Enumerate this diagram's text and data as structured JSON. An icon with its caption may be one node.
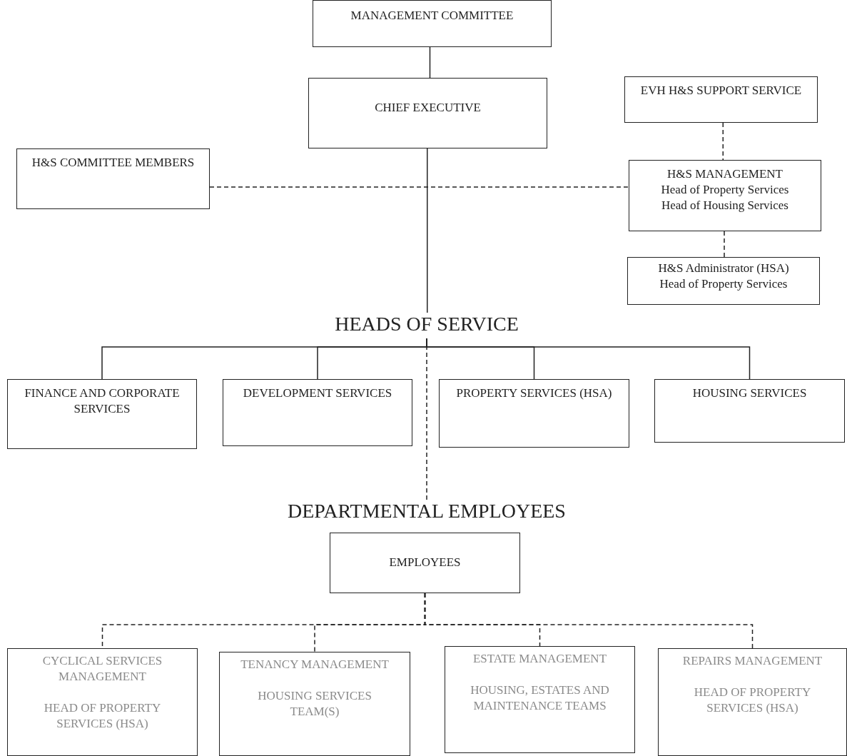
{
  "diagram": {
    "nodes": [
      {
        "text": [
          "MANAGEMENT COMMITTEE"
        ]
      },
      {
        "text": [
          "CHIEF EXECUTIVE"
        ]
      },
      {
        "text": [
          "EVH H&S SUPPORT SERVICE"
        ]
      },
      {
        "text": [
          "H&S COMMITTEE MEMBERS"
        ]
      },
      {
        "text": [
          "H&S MANAGEMENT",
          "Head of Property Services",
          "Head of Housing Services"
        ]
      },
      {
        "text": [
          "H&S Administrator (HSA)",
          "Head of Property Services"
        ]
      },
      {
        "text": [
          "HEADS OF SERVICE"
        ]
      },
      {
        "text": [
          "FINANCE AND CORPORATE SERVICES"
        ]
      },
      {
        "text": [
          "DEVELOPMENT SERVICES"
        ]
      },
      {
        "text": [
          "PROPERTY SERVICES (HSA)"
        ]
      },
      {
        "text": [
          "HOUSING SERVICES"
        ]
      },
      {
        "text": [
          "DEPARTMENTAL EMPLOYEES"
        ]
      },
      {
        "text": [
          "EMPLOYEES"
        ]
      },
      {
        "text": [
          "CYCLICAL SERVICES MANAGEMENT",
          "HEAD OF PROPERTY SERVICES (HSA)"
        ]
      },
      {
        "text": [
          "TENANCY MANAGEMENT",
          "HOUSING SERVICES TEAM(S)"
        ]
      },
      {
        "text": [
          "ESTATE MANAGEMENT",
          "HOUSING, ESTATES AND MAINTENANCE TEAMS"
        ]
      },
      {
        "text": [
          "REPAIRS MANAGEMENT",
          "HEAD OF PROPERTY SERVICES (HSA)"
        ]
      }
    ],
    "edges": [
      {
        "from": 0,
        "to": 1,
        "arrow": "none"
      },
      {
        "from": 1,
        "to": 6,
        "arrow": "none"
      },
      {
        "from": 3,
        "to": 4,
        "arrow": "none",
        "style": "dashed"
      },
      {
        "from": 2,
        "to": 4,
        "arrow": "none",
        "style": "dashed"
      },
      {
        "from": 4,
        "to": 5,
        "arrow": "none",
        "style": "dashed"
      },
      {
        "from": 6,
        "to": 7,
        "arrow": "none"
      },
      {
        "from": 6,
        "to": 8,
        "arrow": "none"
      },
      {
        "from": 6,
        "to": 9,
        "arrow": "none"
      },
      {
        "from": 6,
        "to": 10,
        "arrow": "none"
      },
      {
        "from": 6,
        "to": 11,
        "arrow": "none",
        "style": "dashed"
      },
      {
        "from": 12,
        "to": 13,
        "arrow": "none",
        "style": "dashed"
      },
      {
        "from": 12,
        "to": 14,
        "arrow": "none",
        "style": "dashed"
      },
      {
        "from": 12,
        "to": 15,
        "arrow": "none",
        "style": "dashed"
      },
      {
        "from": 12,
        "to": 16,
        "arrow": "none",
        "style": "dashed"
      }
    ]
  }
}
